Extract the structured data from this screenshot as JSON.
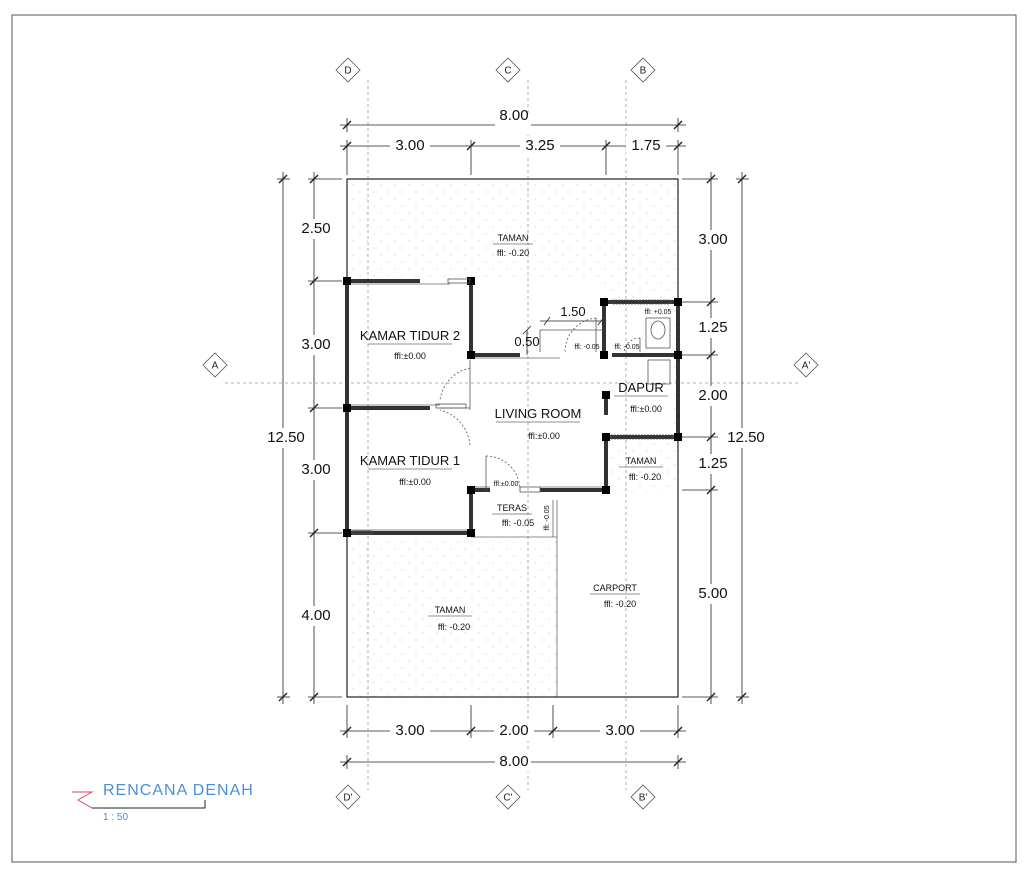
{
  "grids": {
    "D": "D",
    "C": "C",
    "B": "B",
    "A": "A",
    "A2": "A'",
    "D2": "D'",
    "C2": "C'",
    "B2": "B'"
  },
  "dims": {
    "top_total": "8.00",
    "top_1": "3.00",
    "top_2": "3.25",
    "top_3": "1.75",
    "bottom_1": "3.00",
    "bottom_2": "2.00",
    "bottom_3": "3.00",
    "bottom_total": "8.00",
    "left_1": "2.50",
    "left_2": "3.00",
    "left_3": "3.00",
    "left_4": "4.00",
    "left_total": "12.50",
    "right_1": "3.00",
    "right_2": "1.25",
    "right_3": "2.00",
    "right_4": "1.25",
    "right_5": "5.00",
    "right_total": "12.50",
    "inner_1": "1.50",
    "inner_2": "0.50"
  },
  "rooms": {
    "taman_top": {
      "name": "TAMAN",
      "level": "ffl: -0.20"
    },
    "kamar2": {
      "name": "KAMAR TIDUR 2",
      "level": "ffl:±0.00"
    },
    "kamar1": {
      "name": "KAMAR TIDUR 1",
      "level": "ffl:±0.00"
    },
    "living": {
      "name": "LIVING ROOM",
      "level": "ffl:±0.00"
    },
    "dapur": {
      "name": "DAPUR",
      "level": "ffl:±0.00"
    },
    "taman_mid": {
      "name": "TAMAN",
      "level": "ffl: -0.20"
    },
    "teras": {
      "name": "TERAS",
      "level": "ffl: -0.05"
    },
    "carport": {
      "name": "CARPORT",
      "level": "ffl: -0.20"
    },
    "taman_bottom": {
      "name": "TAMAN",
      "level": "ffl: -0.20"
    }
  },
  "small_levels": {
    "bath": "ffl: +0.05",
    "corr_a": "ffl: -0.05",
    "corr_b": "ffl: -0.05",
    "entry": "ffl:±0.00",
    "teras_side": "ffl: -0.05"
  },
  "title": {
    "name": "RENCANA DENAH",
    "scale": "1 : 50"
  }
}
